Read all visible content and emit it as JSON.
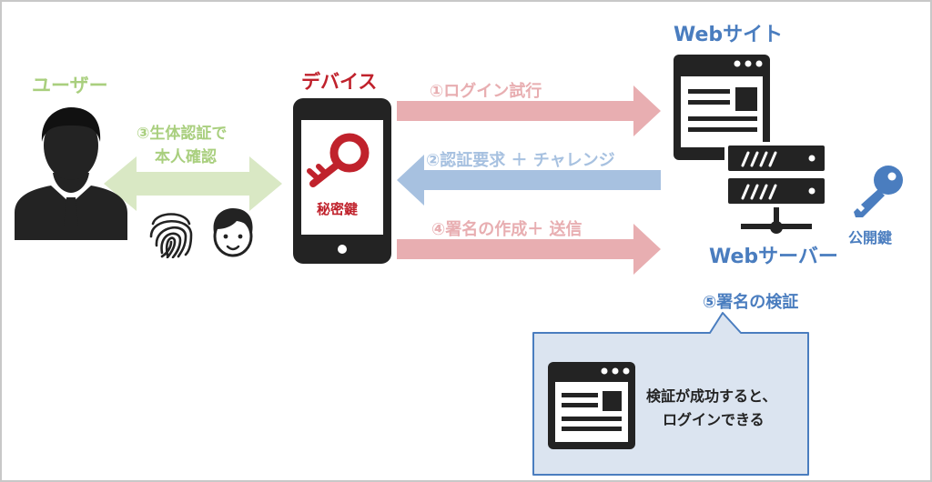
{
  "colors": {
    "user": "#a9cf7e",
    "device": "#c0222c",
    "server": "#4a7dbf",
    "arrow_login": "#e8aeb1",
    "arrow_request": "#a7c1e0",
    "icon_dark": "#232323",
    "callout_bg": "#dbe4f0",
    "callout_border": "#4a7dbf"
  },
  "nodes": {
    "user": {
      "label": "ユーザー",
      "icon": "user-silhouette-icon"
    },
    "device": {
      "label": "デバイス",
      "icon": "smartphone-icon",
      "key_label": "秘密鍵"
    },
    "website": {
      "label": "Webサイト",
      "icon": "browser-window-icon"
    },
    "webserver": {
      "label": "Webサーバー",
      "icon": "server-stack-icon"
    },
    "public_key": {
      "label": "公開鍵",
      "icon": "key-icon"
    }
  },
  "steps": {
    "step1": "①ログイン試行",
    "step2": "②認証要求 ＋ チャレンジ",
    "step3_line1": "③生体認証で",
    "step3_line2": "本人確認",
    "step4": "④署名の作成＋ 送信",
    "step5": "⑤署名の検証"
  },
  "callout": {
    "line1": "検証が成功すると、",
    "line2": "ログインできる"
  }
}
